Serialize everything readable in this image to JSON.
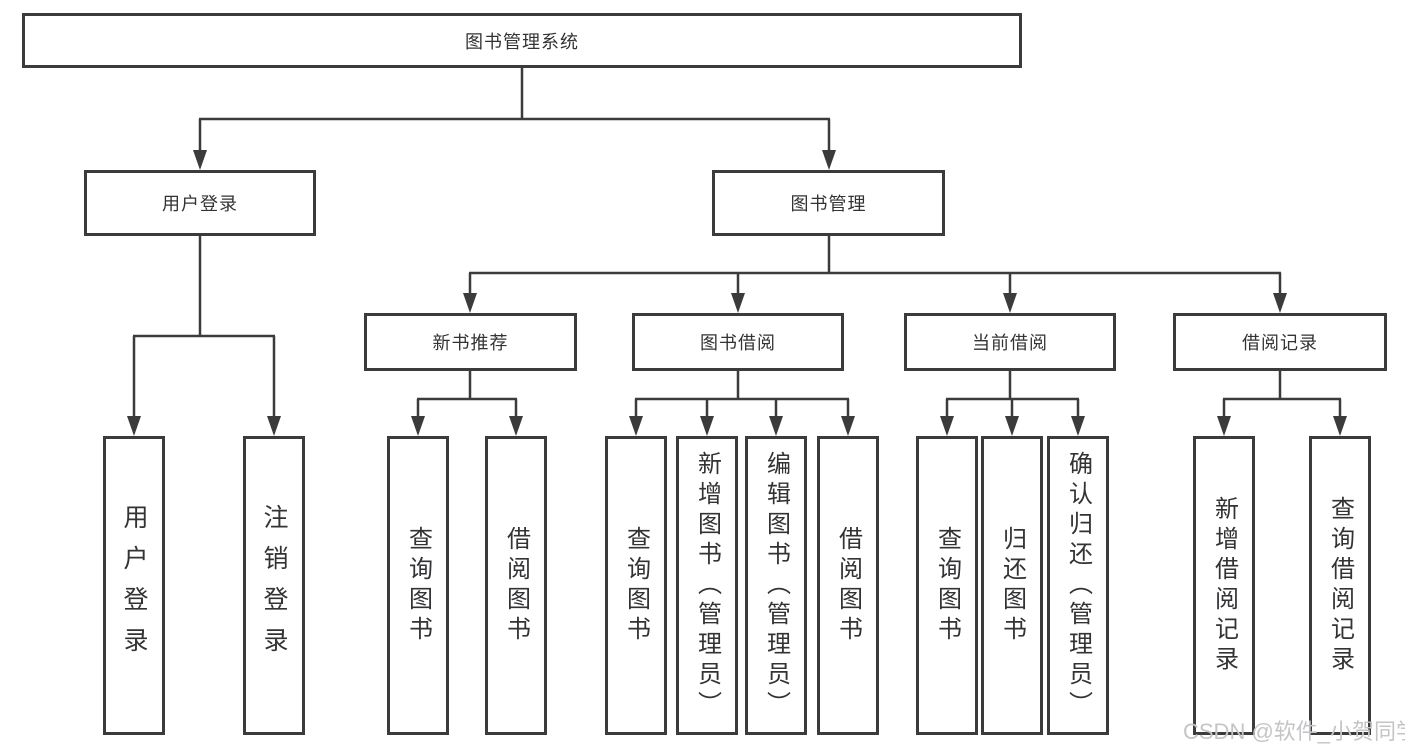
{
  "diagram": {
    "root": {
      "label": "图书管理系统"
    },
    "branches": {
      "user_login": {
        "label": "用户登录",
        "children": [
          "用户登录",
          "注销登录"
        ]
      },
      "book_management": {
        "label": "图书管理",
        "sections": {
          "new_book_recommend": {
            "label": "新书推荐",
            "children": [
              "查询图书",
              "借阅图书"
            ]
          },
          "book_borrow": {
            "label": "图书借阅",
            "children": [
              "查询图书",
              "新增图书（管理员）",
              "编辑图书（管理员）",
              "借阅图书"
            ]
          },
          "current_borrow": {
            "label": "当前借阅",
            "children": [
              "查询图书",
              "归还图书",
              "确认归还（管理员）"
            ]
          },
          "borrow_records": {
            "label": "借阅记录",
            "children": [
              "新增借阅记录",
              "查询借阅记录"
            ]
          }
        }
      }
    }
  },
  "watermark": {
    "text": "CSDN @软件_小贺同学"
  },
  "colors": {
    "line": "#3b3b3b",
    "box_border": "#3b3b3b",
    "box_background": "#ffffff",
    "text": "#333336",
    "watermark": "#c5c5c8",
    "page_background": "#ffffff"
  }
}
